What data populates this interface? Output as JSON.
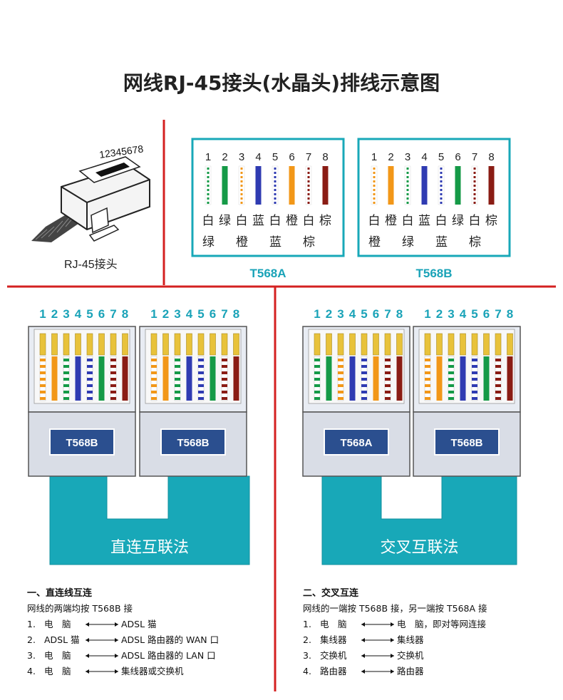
{
  "title": "网线RJ-45接头(水晶头)排线示意图",
  "connector": {
    "pin_label": "12345678",
    "caption": "RJ-45接头"
  },
  "pin_numbers": [
    "1",
    "2",
    "3",
    "4",
    "5",
    "6",
    "7",
    "8"
  ],
  "colors": {
    "divider": "#d42020",
    "teal": "#18a8b8",
    "teal_dark": "#0f8f9e",
    "plug_body": "#d9dde6",
    "white": "#f2f2f2",
    "green": "#159a47",
    "orange": "#f29718",
    "blue": "#2f3bb2",
    "brown": "#8a1c14",
    "gold": "#e8c23a"
  },
  "standards": [
    {
      "name": "T568A",
      "wires": [
        {
          "base": "green",
          "striped": true
        },
        {
          "base": "green",
          "striped": false
        },
        {
          "base": "orange",
          "striped": true
        },
        {
          "base": "blue",
          "striped": false
        },
        {
          "base": "blue",
          "striped": true
        },
        {
          "base": "orange",
          "striped": false
        },
        {
          "base": "brown",
          "striped": true
        },
        {
          "base": "brown",
          "striped": false
        }
      ],
      "labels_top": [
        "白",
        "绿",
        "白",
        "蓝",
        "白",
        "橙",
        "白",
        "棕"
      ],
      "labels_bottom": [
        "绿",
        "橙",
        "蓝",
        "棕"
      ]
    },
    {
      "name": "T568B",
      "wires": [
        {
          "base": "orange",
          "striped": true
        },
        {
          "base": "orange",
          "striped": false
        },
        {
          "base": "green",
          "striped": true
        },
        {
          "base": "blue",
          "striped": false
        },
        {
          "base": "blue",
          "striped": true
        },
        {
          "base": "green",
          "striped": false
        },
        {
          "base": "brown",
          "striped": true
        },
        {
          "base": "brown",
          "striped": false
        }
      ],
      "labels_top": [
        "白",
        "橙",
        "白",
        "蓝",
        "白",
        "绿",
        "白",
        "棕"
      ],
      "labels_bottom": [
        "橙",
        "绿",
        "蓝",
        "棕"
      ]
    }
  ],
  "cables": [
    {
      "band_label": "直连互联法",
      "plugs": [
        "T568B",
        "T568B"
      ],
      "notes": {
        "heading": "一、直连线互连",
        "intro": "网线的两端均按 T568B 接",
        "items": [
          {
            "num": "1.",
            "left": "电　脑",
            "right": "ADSL 猫"
          },
          {
            "num": "2.",
            "left": "ADSL 猫",
            "right": "ADSL 路由器的 WAN 口"
          },
          {
            "num": "3.",
            "left": "电　脑",
            "right": "ADSL 路由器的 LAN 口"
          },
          {
            "num": "4.",
            "left": "电　脑",
            "right": "集线器或交换机"
          }
        ]
      }
    },
    {
      "band_label": "交叉互联法",
      "plugs": [
        "T568A",
        "T568B"
      ],
      "notes": {
        "heading": "二、交叉互连",
        "intro": "网线的一端按 T568B 接，另一端按 T568A 接",
        "items": [
          {
            "num": "1.",
            "left": "电　脑",
            "right": "电　脑，即对等网连接"
          },
          {
            "num": "2.",
            "left": "集线器",
            "right": "集线器"
          },
          {
            "num": "3.",
            "left": "交换机",
            "right": "交换机"
          },
          {
            "num": "4.",
            "left": "路由器",
            "right": "路由器"
          }
        ]
      }
    }
  ]
}
